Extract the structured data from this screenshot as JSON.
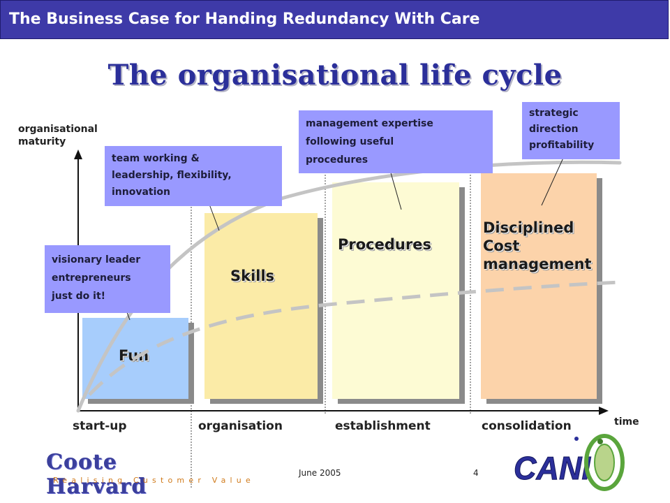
{
  "header": {
    "title": "The Business Case for Handing Redundancy With Care"
  },
  "title": "The organisational life cycle",
  "axes": {
    "y_label_line1": "organisational",
    "y_label_line2": "maturity",
    "x_label": "time"
  },
  "stages": [
    "start-up",
    "organisation",
    "establishment",
    "consolidation"
  ],
  "boxes": [
    {
      "label_lines": [
        "Fun"
      ],
      "color": "#a7cdfc"
    },
    {
      "label_lines": [
        "Skills"
      ],
      "color": "#fbeba7"
    },
    {
      "label_lines": [
        "Procedures"
      ],
      "color": "#fdfbd4"
    },
    {
      "label_lines": [
        "Disciplined",
        "Cost",
        "management"
      ],
      "color": "#fcd3aa"
    }
  ],
  "callouts": [
    {
      "lines": [
        "visionary leader",
        "entrepreneurs",
        "just do it!"
      ]
    },
    {
      "lines": [
        "team working &",
        "leadership, flexibility,",
        "innovation"
      ]
    },
    {
      "lines": [
        "management expertise",
        "following useful",
        "procedures"
      ]
    },
    {
      "lines": [
        "strategic",
        "direction",
        "profitability"
      ]
    }
  ],
  "footer": {
    "date": "June 2005",
    "page": "4"
  },
  "logos": {
    "left_name": "Coote Harvard",
    "left_tagline": "Realising Customer Value",
    "right_name": "CANI"
  },
  "colors": {
    "header_bg": "#3e3aa8",
    "title": "#2b2f9a",
    "callout": "#9999ff",
    "curve": "#c4c4c4"
  }
}
